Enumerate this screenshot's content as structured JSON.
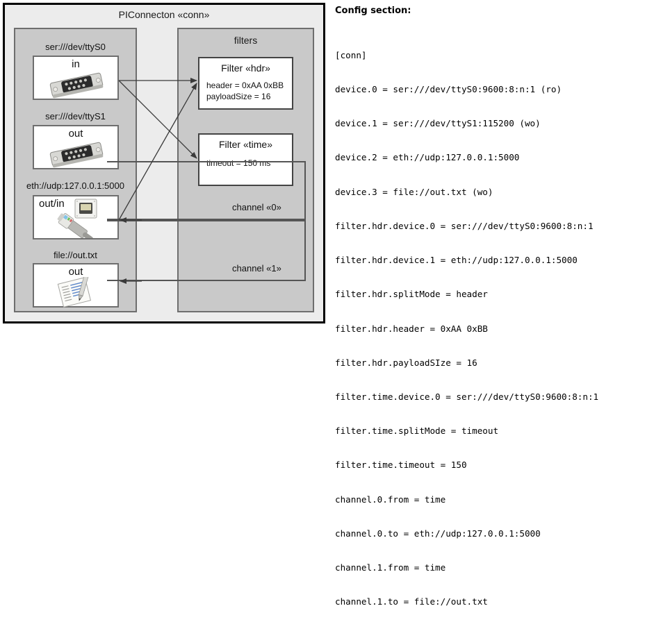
{
  "diagram": {
    "outer_title": "PIConnecton «conn»",
    "devices_panel": {
      "title": "",
      "devices": [
        {
          "label": "ser:///dev/ttyS0",
          "io": "in",
          "icon": "serial-port-icon"
        },
        {
          "label": "ser:///dev/ttyS1",
          "io": "out",
          "icon": "serial-port-icon"
        },
        {
          "label": "eth://udp:127.0.0.1:5000",
          "io": "out/in",
          "icon": "network-jack-icon"
        },
        {
          "label": "file://out.txt",
          "io": "out",
          "icon": "text-file-icon"
        }
      ]
    },
    "filters_panel": {
      "title": "filters",
      "filters": [
        {
          "title": "Filter «hdr»",
          "attrs": [
            "header = 0xAA 0xBB",
            "payloadSize = 16"
          ]
        },
        {
          "title": "Filter «time»",
          "attrs": [
            "timeout = 150 ms"
          ]
        }
      ]
    },
    "channels": [
      {
        "label": "channel «0»"
      },
      {
        "label": "channel «1»"
      }
    ]
  },
  "config": {
    "heading": "Config section:",
    "lines": [
      "[conn]",
      "device.0 = ser:///dev/ttyS0:9600:8:n:1 (ro)",
      "device.1 = ser:///dev/ttyS1:115200 (wo)",
      "device.2 = eth://udp:127.0.0.1:5000",
      "device.3 = file://out.txt (wo)",
      "filter.hdr.device.0 = ser:///dev/ttyS0:9600:8:n:1",
      "filter.hdr.device.1 = eth://udp:127.0.0.1:5000",
      "filter.hdr.splitMode = header",
      "filter.hdr.header = 0xAA 0xBB",
      "filter.hdr.payloadSIze = 16",
      "filter.time.device.0 = ser:///dev/ttyS0:9600:8:n:1",
      "filter.time.splitMode = timeout",
      "filter.time.timeout = 150",
      "channel.0.from = time",
      "channel.0.to = eth://udp:127.0.0.1:5000",
      "channel.1.from = time",
      "channel.1.to = file://out.txt"
    ]
  },
  "colors": {
    "page_bg": "#ffffff",
    "outer_bg": "#ececec",
    "panel_bg": "#c9c9c9",
    "panel_border": "#6e6e6e",
    "box_bg": "#ffffff",
    "stroke": "#3a3a3a"
  }
}
